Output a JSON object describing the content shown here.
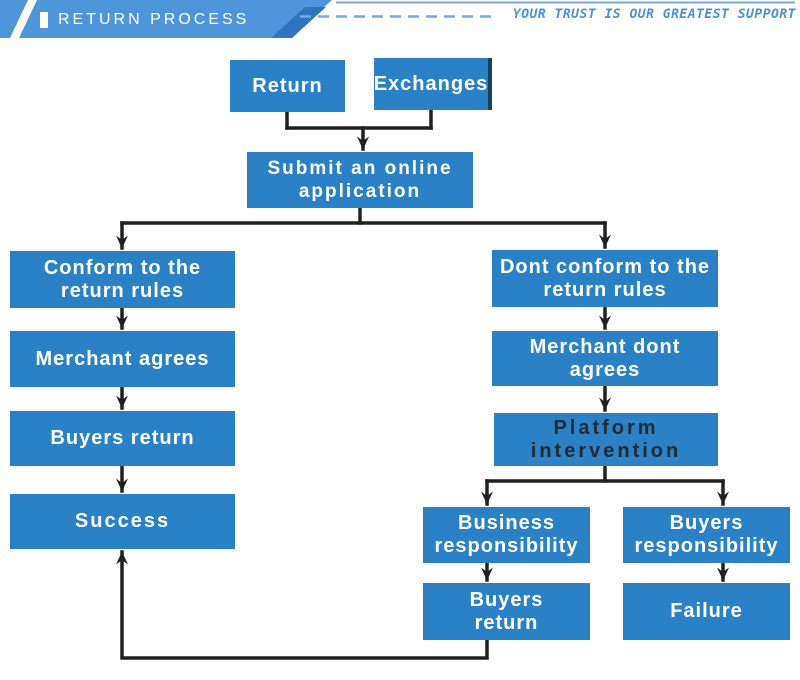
{
  "header": {
    "title": "RETURN PROCESS",
    "tagline": "YOUR TRUST IS OUR GREATEST SUPPORT"
  },
  "colors": {
    "node_blue": "#2b81c5",
    "banner_blue": "#4e95da",
    "banner_accent_blue": "#2f74c0",
    "dash_blue": "#74aae2",
    "tagline_blue": "#4a90d8",
    "connector_dark": "#202020",
    "node_text_white": "#ffffff",
    "platform_text_dark": "#222a33",
    "exchanges_edge_dark": "#1d3f58"
  },
  "flowchart": {
    "nodes": {
      "return": {
        "label": "Return"
      },
      "exchanges": {
        "label": "Exchanges"
      },
      "submit": {
        "line1": "Submit an online",
        "line2": "application"
      },
      "conform": {
        "line1": "Conform to the",
        "line2": "return rules"
      },
      "merchant_agrees": {
        "label": "Merchant agrees"
      },
      "buyers_return_left": {
        "label": "Buyers return"
      },
      "success": {
        "label": "Success"
      },
      "dont_conform": {
        "line1": "Dont conform to the",
        "line2": "return rules"
      },
      "merchant_dont_agrees": {
        "label": "Merchant dont agrees"
      },
      "platform_intervention": {
        "line1": "Platform",
        "line2": "intervention"
      },
      "business_responsibility": {
        "line1": "Business",
        "line2": "responsibility"
      },
      "buyers_responsibility": {
        "line1": "Buyers",
        "line2": "responsibility"
      },
      "buyers_return_right": {
        "line1": "Buyers",
        "line2": "return"
      },
      "failure": {
        "label": "Failure"
      }
    }
  }
}
